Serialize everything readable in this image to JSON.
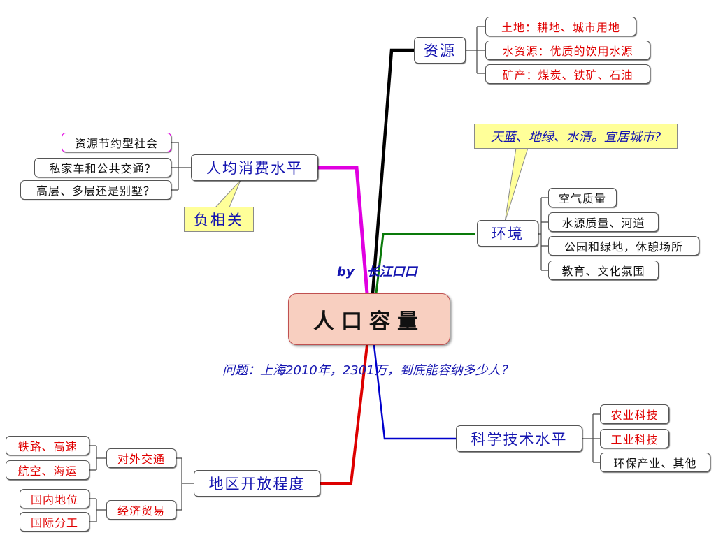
{
  "center": "人口容量",
  "byline": "by　长江口口",
  "question": "问题：上海2010年，2301万，到底能容纳多少人？",
  "callout_env": "天蓝、地绿、水清。宜居城市?",
  "callout_consume": "负相关",
  "branches": {
    "resources": {
      "label": "资源",
      "color": "#000000",
      "children": [
        "土地：耕地、城市用地",
        "水资源：优质的饮用水源",
        "矿产：煤炭、铁矿、石油"
      ]
    },
    "environment": {
      "label": "环境",
      "color": "#0a7a0a",
      "children": [
        "空气质量",
        "水源质量、河道",
        "公园和绿地，休憩场所",
        "教育、文化氛围"
      ]
    },
    "consumption": {
      "label": "人均消费水平",
      "color": "#e000e0",
      "children": [
        "资源节约型社会",
        "私家车和公共交通？",
        "高层、多层还是别墅？"
      ]
    },
    "technology": {
      "label": "科学技术水平",
      "color": "#0000cc",
      "children": [
        "农业科技",
        "工业科技",
        "环保产业、其他"
      ]
    },
    "openness": {
      "label": "地区开放程度",
      "color": "#dd0000",
      "groups": [
        {
          "label": "对外交通",
          "children": [
            "铁路、高速",
            "航空、海运"
          ]
        },
        {
          "label": "经济贸易",
          "children": [
            "国内地位",
            "国际分工"
          ]
        }
      ]
    }
  }
}
